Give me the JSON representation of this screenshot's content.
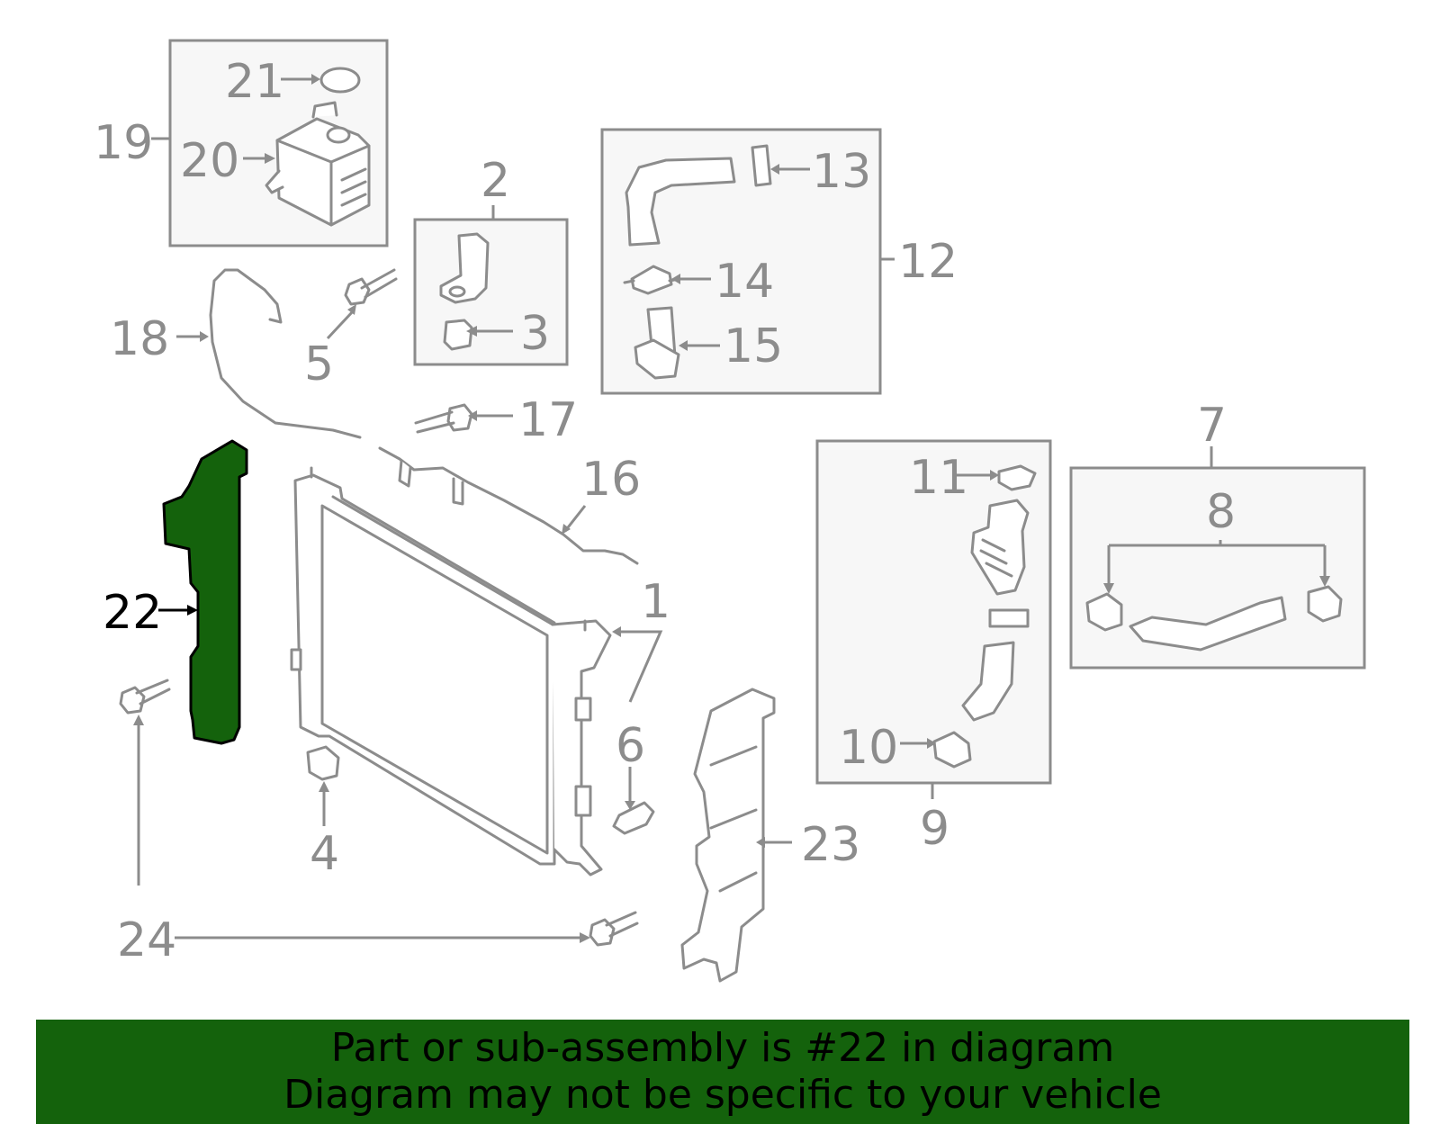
{
  "colors": {
    "highlight": "#14620c",
    "line": "#8c8c8c",
    "box_fill": "#f7f7f7",
    "banner_bg": "#14620c",
    "banner_text": "#000000"
  },
  "labels": {
    "c1": "1",
    "c2": "2",
    "c3": "3",
    "c4": "4",
    "c5": "5",
    "c6": "6",
    "c7": "7",
    "c8": "8",
    "c9": "9",
    "c10": "10",
    "c11": "11",
    "c12": "12",
    "c13": "13",
    "c14": "14",
    "c15": "15",
    "c16": "16",
    "c17": "17",
    "c18": "18",
    "c19": "19",
    "c20": "20",
    "c21": "21",
    "c22": "22",
    "c23": "23",
    "c24": "24"
  },
  "highlighted_callout": "22",
  "banner": {
    "line1": "Part or sub-assembly is #22 in diagram",
    "line2": "Diagram may not be specific to your vehicle"
  }
}
